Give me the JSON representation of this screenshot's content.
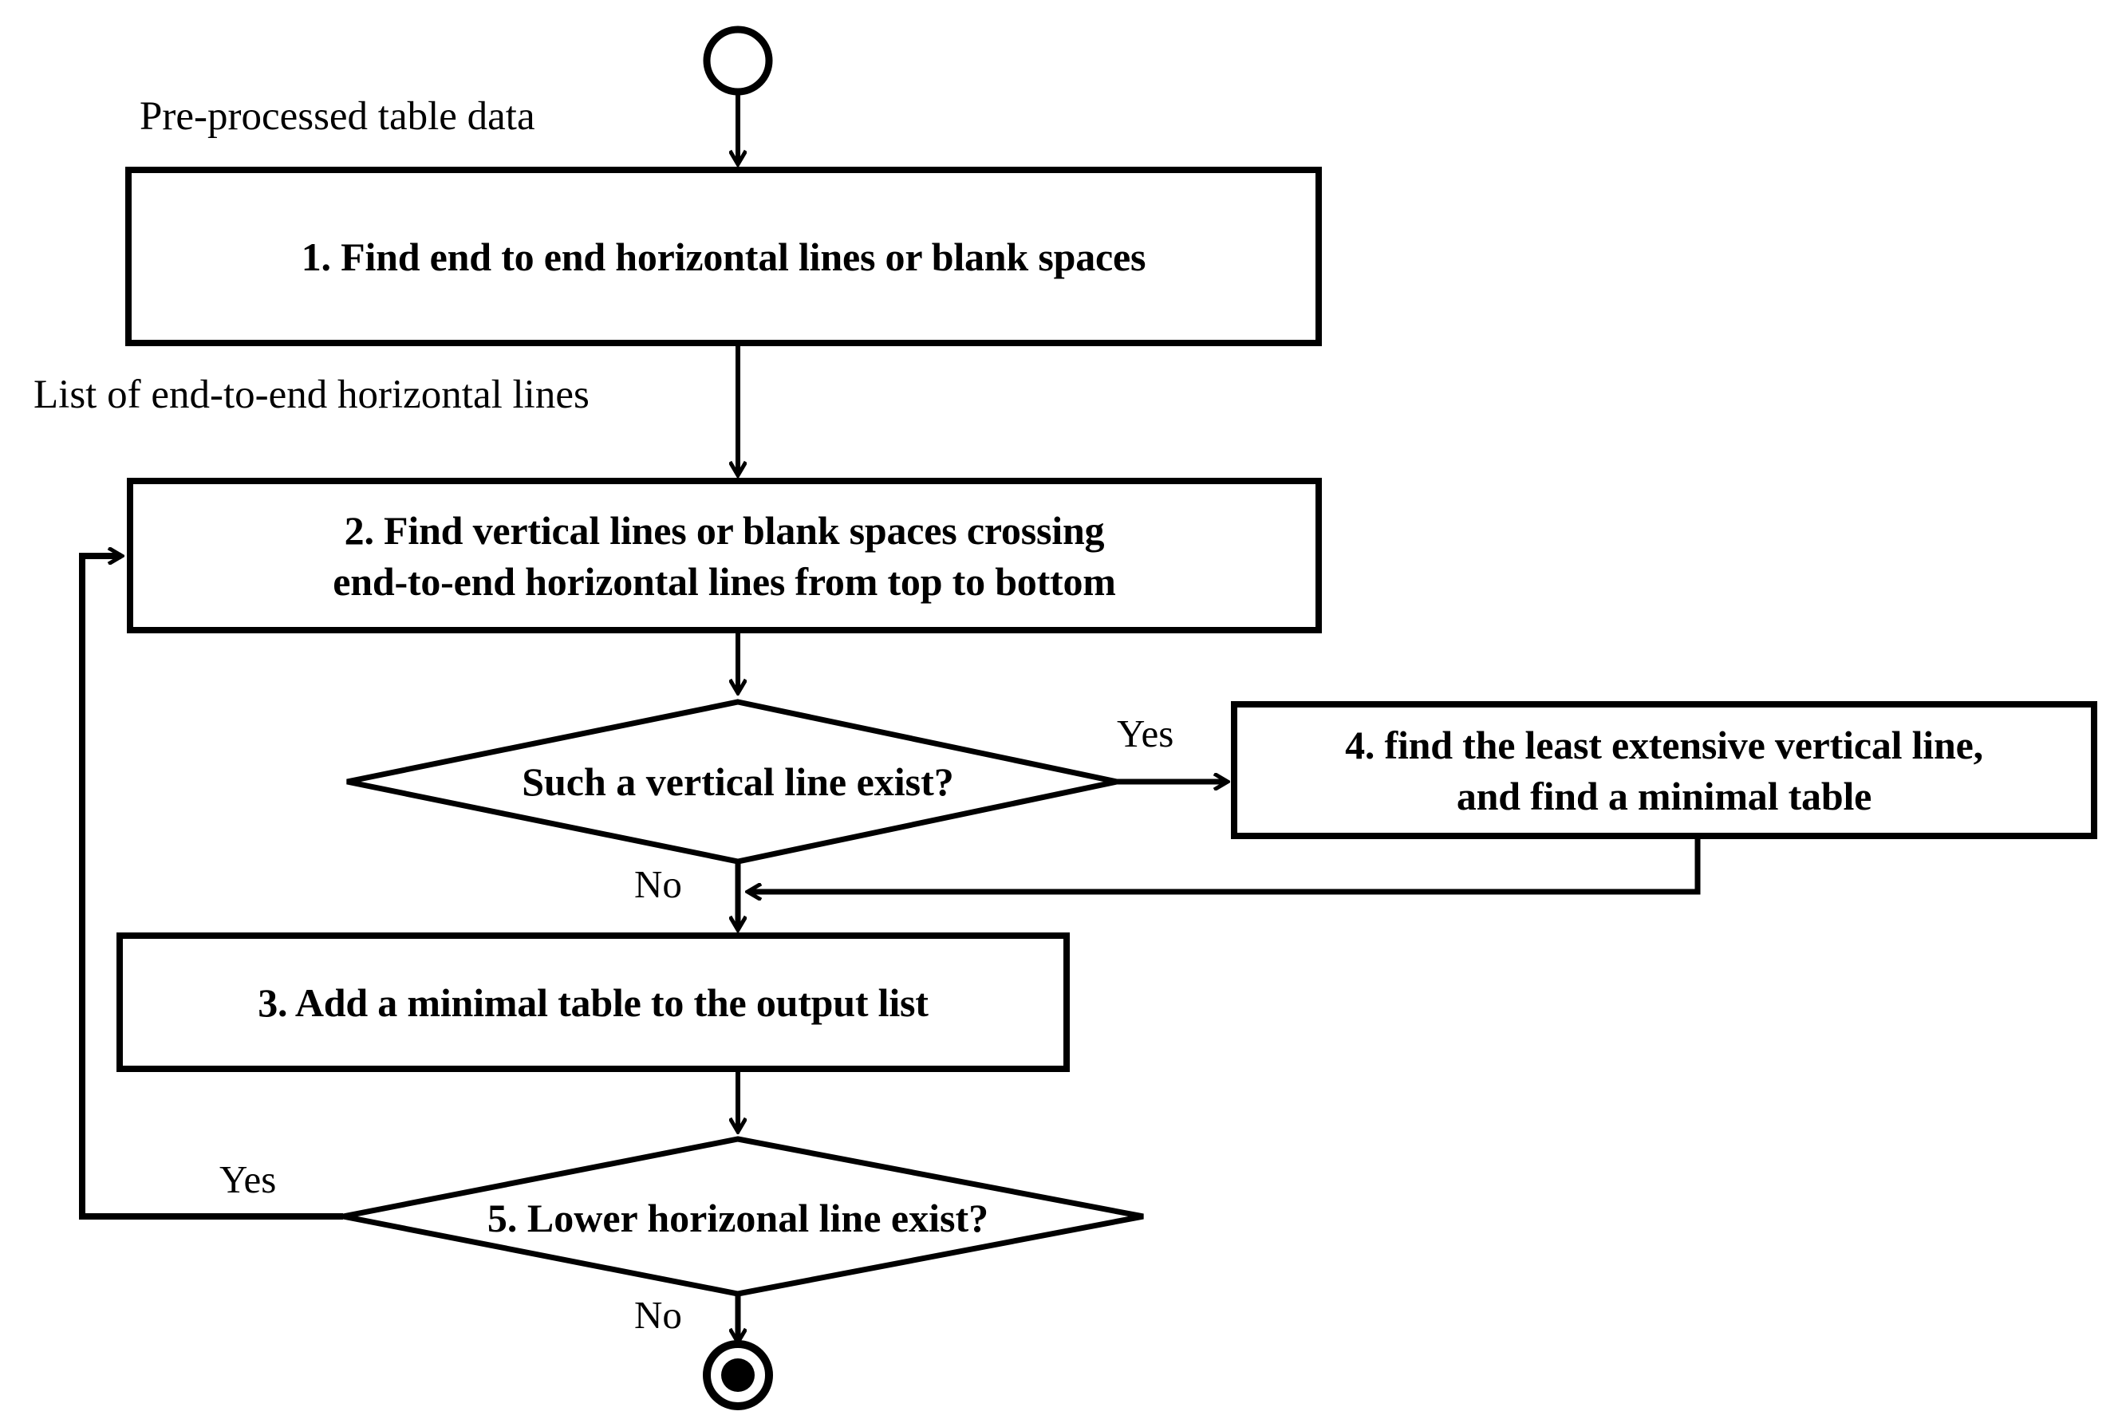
{
  "diagram": {
    "title": "Minimal table extraction flowchart",
    "type": "flowchart",
    "colors": {
      "stroke": "#000000",
      "fill": "#ffffff",
      "text": "#000000"
    }
  },
  "nodes": {
    "start": {
      "shape": "start-circle",
      "label": ""
    },
    "step1": {
      "label": "1. Find end to end horizontal lines or blank spaces"
    },
    "step2": {
      "line1": "2. Find vertical lines or blank spaces crossing",
      "line2": "end-to-end horizontal lines from top to bottom"
    },
    "decision_vertical": {
      "label": "Such a vertical line exist?"
    },
    "step4": {
      "line1": "4. find the least extensive vertical line,",
      "line2": "and find a minimal table"
    },
    "step3": {
      "label": "3. Add a minimal table to the output list"
    },
    "decision_lower": {
      "label": "5. Lower horizonal line exist?"
    },
    "end": {
      "shape": "end-circle",
      "label": ""
    }
  },
  "edge_labels": {
    "input_data": "Pre-processed table data",
    "list_horizontal_lines": "List of end-to-end horizontal lines",
    "vertical_yes": "Yes",
    "vertical_no": "No",
    "lower_yes": "Yes",
    "lower_no": "No"
  }
}
